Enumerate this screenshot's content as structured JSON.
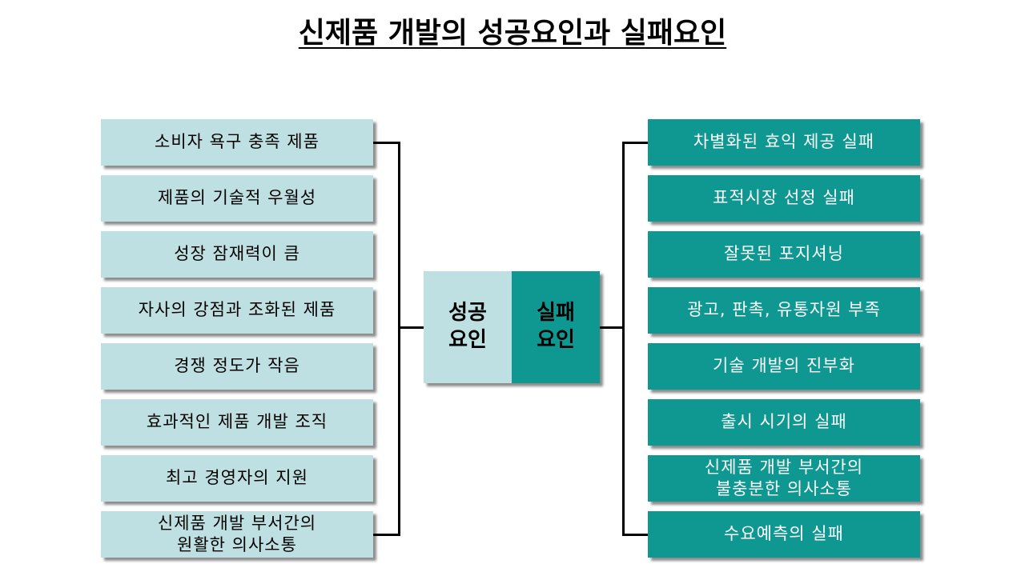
{
  "title": "신제품 개발의 성공요인과 실패요인",
  "center": {
    "success": [
      "성공",
      "요인"
    ],
    "failure": [
      "실패",
      "요인"
    ]
  },
  "success_factors": [
    "소비자 욕구 충족 제품",
    "제품의 기술적 우월성",
    "성장 잠재력이 큼",
    "자사의 강점과 조화된 제품",
    "경쟁 정도가 작음",
    "효과적인 제품 개발 조직",
    "최고 경영자의 지원",
    "신제품 개발 부서간의\n원활한 의사소통"
  ],
  "failure_factors": [
    "차별화된 효익 제공 실패",
    "표적시장 선정 실패",
    "잘못된 포지셔닝",
    "광고, 판촉, 유통자원 부족",
    "기술 개발의 진부화",
    "출시 시기의 실패",
    "신제품 개발 부서간의\n불충분한 의사소통",
    "수요예측의 실패"
  ],
  "colors": {
    "success_fill": "#bfe0e2",
    "failure_fill": "#0e9891",
    "connector": "#000000"
  }
}
